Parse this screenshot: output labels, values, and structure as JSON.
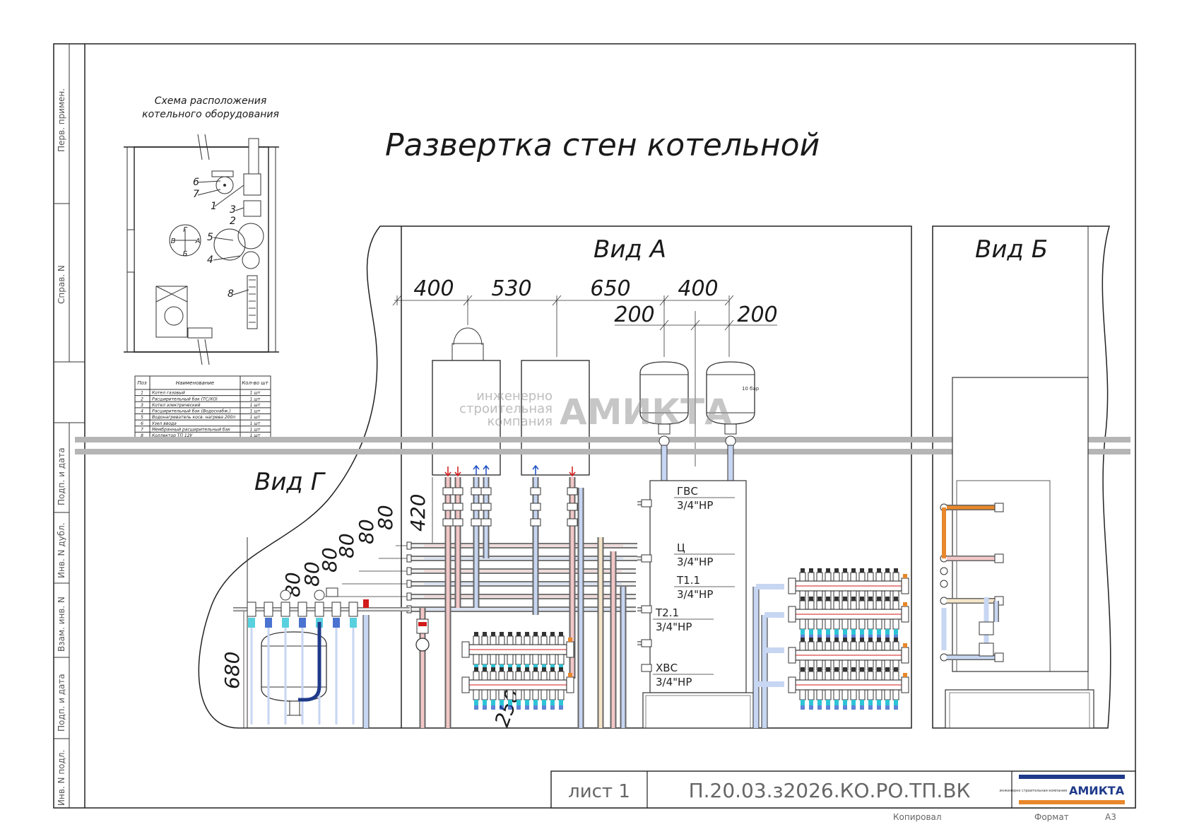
{
  "main_title": "Развертка стен котельной",
  "plan": {
    "title_line1": "Схема расположения",
    "title_line2": "котельного оборудования",
    "labels": [
      "6",
      "7",
      "1",
      "3",
      "2",
      "5",
      "4",
      "8"
    ],
    "compass": {
      "n": "Г",
      "s": "Б",
      "w": "В",
      "e": "А"
    }
  },
  "spec_table": {
    "headers": [
      "Поз",
      "Наименование",
      "Кол-во шт"
    ],
    "rows": [
      [
        "1",
        "Котел газовый",
        "1 шт"
      ],
      [
        "2",
        "Расширительный бак (ТС/ХО)",
        "1 шт"
      ],
      [
        "3",
        "Котел электрический",
        "1 шт"
      ],
      [
        "4",
        "Расширительный бак (Водоснабж.)",
        "1 шт"
      ],
      [
        "5",
        "Водонагреватель косв. нагрева 200л",
        "1 шт"
      ],
      [
        "6",
        "Узел ввода",
        "1 шт"
      ],
      [
        "7",
        "Мембранный расширительный бак",
        "1 шт"
      ],
      [
        "8",
        "Коллектор ТП 12У",
        "1 шт"
      ]
    ]
  },
  "views": {
    "a": "Вид А",
    "b": "Вид Б",
    "g": "Вид Г"
  },
  "dims_top": [
    "400",
    "530",
    "650",
    "400"
  ],
  "dims_second": [
    "200",
    "200"
  ],
  "dims_vertical": [
    "420",
    "80",
    "80",
    "80",
    "80",
    "80",
    "80"
  ],
  "dim_680": "680",
  "dim_250": "250",
  "tank_label": "10 бар",
  "pipe_labels": [
    {
      "name": "ГВС",
      "size": "3/4\"НР"
    },
    {
      "name": "Ц",
      "size": "3/4\"НР"
    },
    {
      "name": "Т1.1",
      "size": "3/4\"НР"
    },
    {
      "name": "Т2.1",
      "size": "3/4\"НР"
    },
    {
      "name": "ХВС",
      "size": "3/4\"НР"
    }
  ],
  "watermark": {
    "line1": "инженерно",
    "line2": "строительная",
    "line3": "компания",
    "brand": "АМИКТА"
  },
  "sidebar_labels": [
    "Перв. примен.",
    "Справ. N",
    "Подп. и дата",
    "Инв. N дубл.",
    "Взам. инв. N",
    "Подп. и дата",
    "Инв. N подл."
  ],
  "title_block": {
    "sheet": "лист 1",
    "code": "П.20.03.з2026.КО.РО.ТП.ВК",
    "logo_small": "инженерно строительная компания",
    "logo_brand": "АМИКТА"
  },
  "footer": {
    "copied": "Копировал",
    "format": "Формат",
    "format_value": "А3"
  },
  "colors": {
    "red": "#d11a1a",
    "blue": "#1d4fc4",
    "cyan": "#2ec4d6",
    "orange": "#e8872b",
    "navy": "#1f3a8a",
    "gray_band": "#b5b5b5"
  }
}
